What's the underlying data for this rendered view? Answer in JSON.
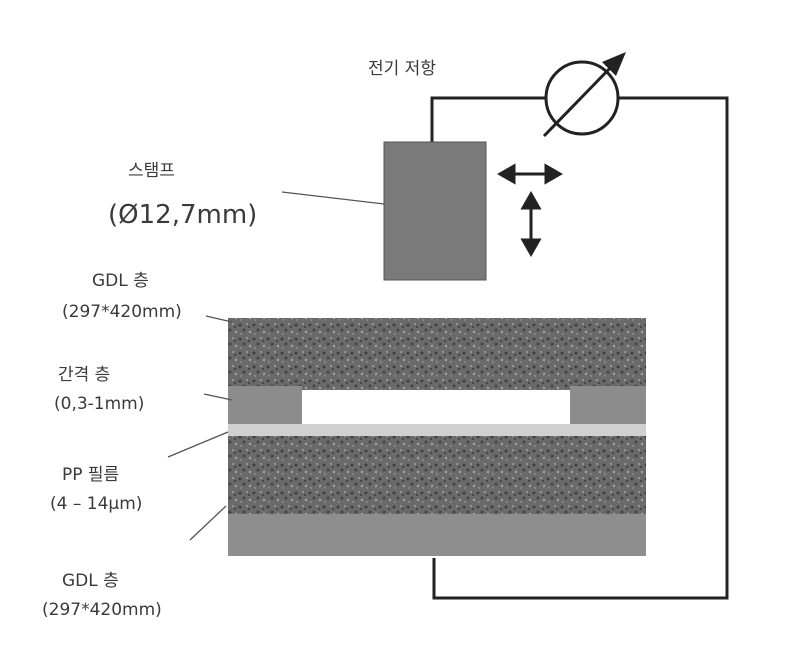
{
  "labels": {
    "resistance": "전기 저항",
    "stamp": "스탬프",
    "stamp_size": "(Ø12,7mm)",
    "gdl_top": "GDL 층",
    "gdl_top_size": "(297*420mm)",
    "spacer": "간격 층",
    "spacer_size": "(0,3-1mm)",
    "pp_film": "PP 필름",
    "pp_film_size": "(4 – 14μm)",
    "gdl_bottom": "GDL 층",
    "gdl_bottom_size": "(297*420mm)"
  },
  "colors": {
    "stamp": "#7a7a7a",
    "gdl_texture": "#5a5a5a",
    "spacer": "#8c8c8c",
    "film": "#d0d0d0",
    "wire": "#222222"
  },
  "icons": [
    "resistance-meter-icon",
    "horizontal-arrow-icon",
    "vertical-arrow-icon"
  ]
}
